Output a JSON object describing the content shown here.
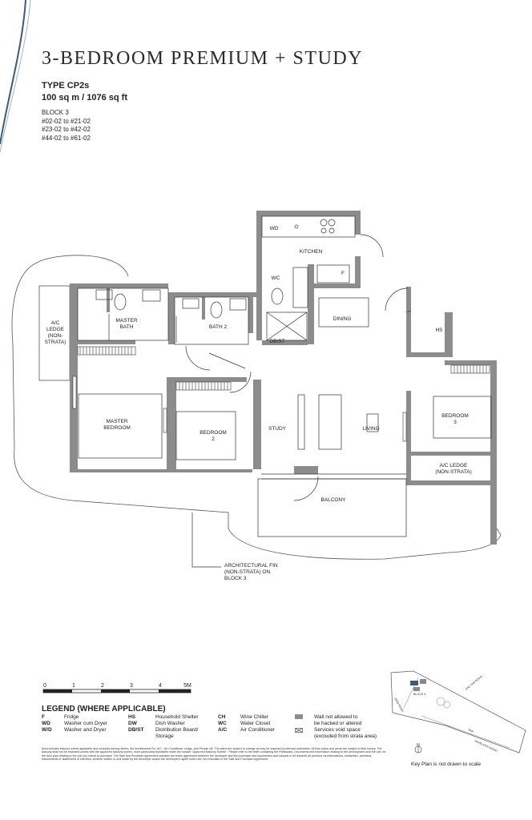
{
  "heading": {
    "title": "3-BEDROOM PREMIUM + STUDY",
    "type": "TYPE CP2s",
    "area": "100 sq m / 1076 sq ft",
    "block": "BLOCK 3",
    "units": [
      "#02-02 to #21-02",
      "#23-02 to #42-02",
      "#44-02 to #61-02"
    ]
  },
  "plan": {
    "rooms": {
      "wd": "WD",
      "kitchen": "KITCHEN",
      "fridge": "F",
      "wc": "WC",
      "master_bath_1": "MASTER",
      "master_bath_2": "BATH",
      "bath2": "BATH 2",
      "dining": "DINING",
      "dbst": "DB/ST",
      "hs": "HS",
      "ac_ledge_left": [
        "A/C",
        "LEDGE",
        "(NON-",
        "STRATA)"
      ],
      "master_bedroom": [
        "MASTER",
        "BEDROOM"
      ],
      "bedroom2": [
        "BEDROOM",
        "2"
      ],
      "study": "STUDY",
      "living": "LIVING",
      "bedroom3": [
        "BEDROOM",
        "3"
      ],
      "ac_ledge_right": [
        "A/C LEDGE",
        "(NON-STRATA)"
      ],
      "balcony": "BALCONY"
    },
    "annotation": [
      "ARCHITECTURAL FIN",
      "(NON-STRATA) ON",
      "BLOCK 3"
    ]
  },
  "scale": {
    "ticks": [
      "0",
      "1",
      "2",
      "3",
      "4",
      "5M"
    ]
  },
  "legend": {
    "title": "LEGEND (WHERE APPLICABLE)",
    "col1": [
      {
        "abbr": "F",
        "text": "Fridge"
      },
      {
        "abbr": "WD",
        "text": "Washer cum Dryer"
      },
      {
        "abbr": "W/D",
        "text": "Washer and Dryer"
      }
    ],
    "col2": [
      {
        "abbr": "HS",
        "text": "Household Shelter"
      },
      {
        "abbr": "DW",
        "text": "Dish Washer"
      },
      {
        "abbr": "DB/ST",
        "text": "Distribution Board/"
      },
      {
        "abbr": "",
        "text": "Storage"
      }
    ],
    "col3": [
      {
        "abbr": "CH",
        "text": "Wine Chiller"
      },
      {
        "abbr": "WC",
        "text": "Water Closet"
      },
      {
        "abbr": "A/C",
        "text": "Air Conditioner"
      }
    ],
    "col4": [
      {
        "text": "Wall not allowed to"
      },
      {
        "text": "be hacked or altered"
      },
      {
        "text": "Services void space"
      },
      {
        "text": "(excluded from strata area)"
      }
    ]
  },
  "disclaimer": "Area includes balcony where applicable and excludes among others, the Architectural Fin, A/C - Air Conditioner Ledge, and Private Lift. The plans are subject to change as may be required by relevant authorities. All floor plans and areas are subject to final survey. The balcony shall not be enclosed unless with the approved balcony screen, more particularly illustrated under the header \"Approved Balcony Screen\". Please refer to the letter containing the Particulars, Documents and Information relating to the development and the unit, for the floor plan relating to the unit you intend to purchase. The Sale and Purchase Agreement contains the entire agreement between the developer and the purchaser and supersedes and cancels in all respects all previous representations, warranties, promises, inducements or statements of intention, whether written or oral made by the developer and/or the developer's agent which are not embodied in the Sale and Purchase Agreement.",
  "keyplan": {
    "caption": "Key Plan is not drawn to scale",
    "north": "N",
    "block": "BLOCK 3",
    "roads": [
      "KIM YAM ROAD",
      "ZION ROAD",
      "HAVELOCK ROAD",
      "SAK"
    ]
  },
  "colors": {
    "wall": "#8c8c8c",
    "line": "#333333",
    "decor": "#3d5a78"
  }
}
